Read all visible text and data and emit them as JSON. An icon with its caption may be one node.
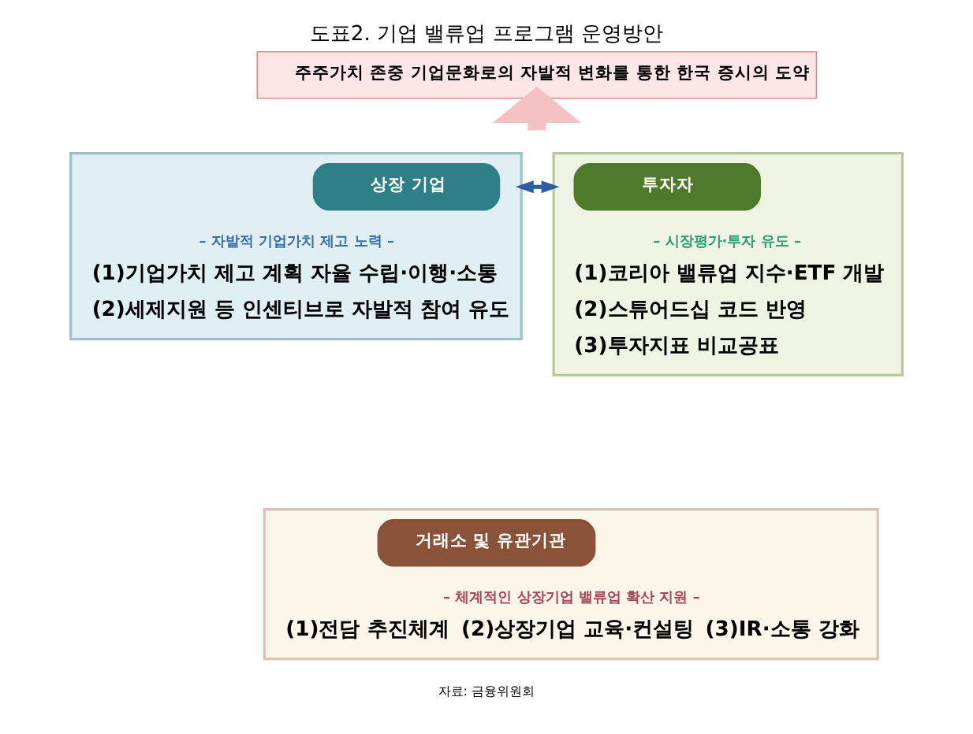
{
  "diagram": {
    "title": "도표2. 기업 밸류업 프로그램 운영방안",
    "caption": "자료: 금융위원회",
    "nodes": [
      {
        "text": [
          "주주가치 존중 기업문화로의 자발적 변화를 통한 한국 증시의 도약"
        ]
      },
      {
        "text": [
          "– 자발적 기업가치 제고 노력 –",
          "(1)기업가치 제고 계획 자율 수립·이행·소통",
          "(2)세제지원 등 인센티브로 자발적 참여 유도"
        ]
      },
      {
        "text": [
          "상장 기업"
        ],
        "in": 1
      },
      {
        "text": [
          "– 시장평가·투자 유도 –",
          "(1)코리아 밸류업 지수·ETF 개발",
          "(2)스튜어드십 코드 반영",
          "(3)투자지표 비교공표"
        ]
      },
      {
        "text": [
          "투자자"
        ],
        "in": 3
      },
      {
        "text": [
          "– 체계적인 상장기업 밸류업 확산 지원 –",
          "(1)전담 추진체계",
          "(2)상장기업 교육·컨설팅",
          "(3)IR·소통 강화"
        ]
      },
      {
        "text": [
          "거래소 및 유관기관"
        ],
        "in": 5
      }
    ],
    "edges": [
      {
        "from": null,
        "to": 0,
        "arrow": "to",
        "style": "thick",
        "color": "#f4c2c2"
      },
      {
        "from": 1,
        "to": 3,
        "arrow": "to"
      },
      {
        "from": 3,
        "to": 1,
        "arrow": "to"
      }
    ]
  }
}
